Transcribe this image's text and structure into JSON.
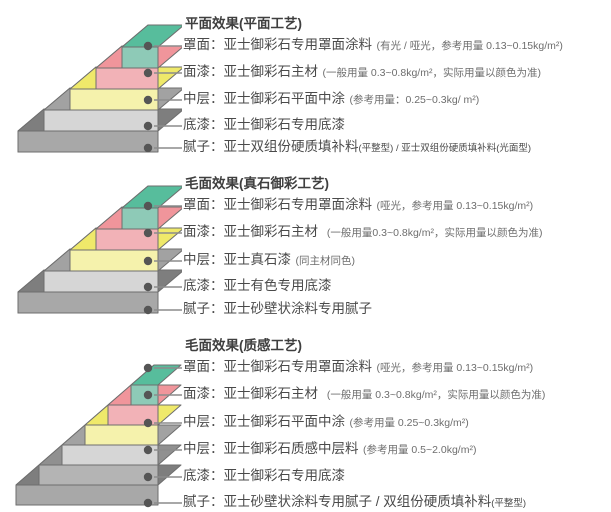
{
  "palette": {
    "teal_top": "#57bd9c",
    "teal_front": "#8ecab7",
    "teal_side": "#6cc3a6",
    "pink_top": "#f0959b",
    "pink_front": "#f2b2b7",
    "pink_side": "#f1a4aa",
    "yellow_top": "#efe96a",
    "yellow_front": "#f5f2ac",
    "yellow_side": "#f2ee8c",
    "lgray_top": "#a2a2a2",
    "lgray_front": "#d6d6d6",
    "lgray_side": "#bcbcbc",
    "mgray_top": "#909090",
    "mgray_front": "#b4b4b4",
    "mgray_side": "#a2a2a2",
    "dgray_top": "#7e7e7e",
    "dgray_front": "#a8a8a8",
    "dgray_side": "#8d8d8d",
    "stroke": "#6e6e6e",
    "dot": "#555555",
    "connector": "#8c8c8c"
  },
  "sections": [
    {
      "id": "section-1",
      "title": "平面效果(平面工艺)",
      "layer_count": 5,
      "layer_colors": [
        "teal",
        "pink",
        "yellow",
        "lgray",
        "dgray"
      ],
      "rows": [
        {
          "label": "罩面：",
          "main": "亚士御彩石专用罩面涂料",
          "note": "(有光 / 哑光，参考用量 0.13~0.15kg/m²)",
          "note_small": ""
        },
        {
          "label": "面漆：",
          "main": "亚士御彩石主材",
          "note": "(一般用量 0.3~0.8kg/m²，实际用量以颜色为准)",
          "note_small": ""
        },
        {
          "label": "中层：",
          "main": "亚士御彩石平面中涂",
          "note": "(参考用量：0.25~0.3kg/ m²)",
          "note_small": ""
        },
        {
          "label": "底漆：",
          "main": "亚士御彩石专用底漆",
          "note": "",
          "note_small": ""
        },
        {
          "label": "腻子：",
          "main": "亚士双组份硬质填补料",
          "note": "",
          "note_small": "(平整型) / 亚士双组份硬质填补料(光面型)"
        }
      ]
    },
    {
      "id": "section-2",
      "title": "毛面效果(真石御彩工艺)",
      "layer_count": 5,
      "layer_colors": [
        "teal",
        "pink",
        "yellow",
        "lgray",
        "dgray"
      ],
      "rows": [
        {
          "label": "罩面：",
          "main": "亚士御彩石专用罩面涂料",
          "note": "(哑光，参考用量 0.13~0.15kg/m²)",
          "note_small": ""
        },
        {
          "label": "面漆：",
          "main": "亚士御彩石主材",
          "note": "(一般用量0.3~0.8kg/m²，实际用量以颜色为准)",
          "note_small": ""
        },
        {
          "label": "中层：",
          "main": "亚士真石漆",
          "note": "(同主材同色)",
          "note_small": ""
        },
        {
          "label": "底漆：",
          "main": "亚士有色专用底漆",
          "note": "",
          "note_small": ""
        },
        {
          "label": "腻子：",
          "main": "亚士砂壁状涂料专用腻子",
          "note": "",
          "note_small": ""
        }
      ]
    },
    {
      "id": "section-3",
      "title": "毛面效果(质感工艺)",
      "layer_count": 6,
      "layer_colors": [
        "teal",
        "pink",
        "yellow",
        "lgray",
        "mgray",
        "dgray"
      ],
      "rows": [
        {
          "label": "罩面：",
          "main": "亚士御彩石专用罩面涂料",
          "note": "(哑光，参考用量  0.13~0.15kg/m²)",
          "note_small": ""
        },
        {
          "label": "面漆：",
          "main": "亚士御彩石主材",
          "note": "(一般用量 0.3~0.8kg/m²，实际用量以颜色为准)",
          "note_small": ""
        },
        {
          "label": "中层：",
          "main": "亚士御彩石平面中涂",
          "note": "(参考用量 0.25~0.3kg/m²)",
          "note_small": ""
        },
        {
          "label": "中层：",
          "main": "亚士御彩石质感中层料",
          "note": "(参考用量 0.5~2.0kg/m²)",
          "note_small": ""
        },
        {
          "label": "底漆：",
          "main": "亚士御彩石专用底漆",
          "note": "",
          "note_small": ""
        },
        {
          "label": "腻子：",
          "main": "亚士砂壁状涂料专用腻子 / 双组份硬质填补料",
          "note": "",
          "note_small": "(平整型)"
        }
      ]
    }
  ]
}
